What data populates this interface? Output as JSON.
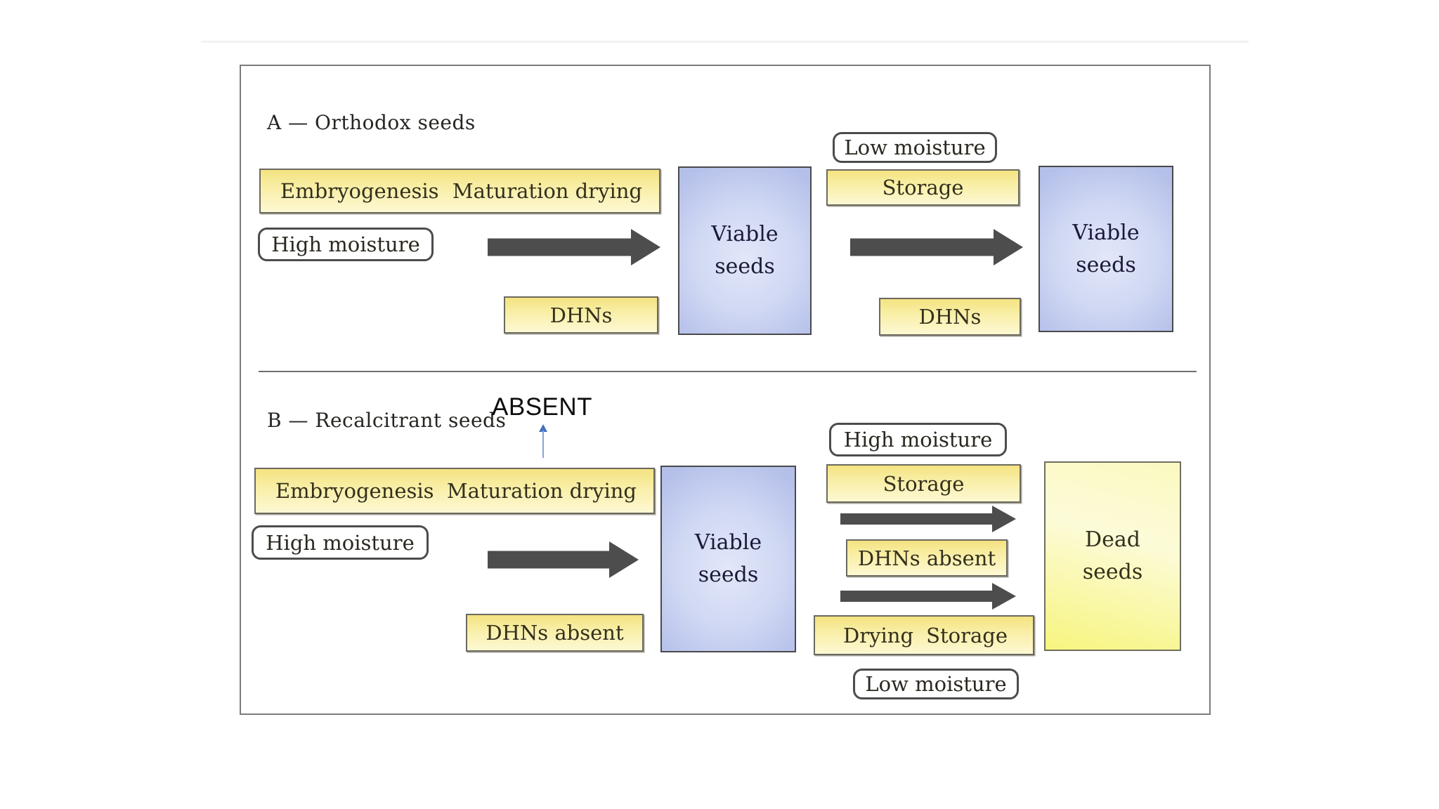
{
  "figure": {
    "panels": {
      "a": {
        "title": "A — Orthodox seeds",
        "phase_box": {
          "left_label": "Embryogenesis",
          "right_label": "Maturation drying"
        },
        "high_moisture_label": "High moisture",
        "viable_seeds_1": {
          "line1": "Viable",
          "line2": "seeds"
        },
        "low_moisture_label": "Low moisture",
        "storage_label": "Storage",
        "dhns_label_1": "DHNs",
        "dhns_label_2": "DHNs",
        "viable_seeds_2": {
          "line1": "Viable",
          "line2": "seeds"
        }
      },
      "b": {
        "title": "B — Recalcitrant seeds",
        "absent_annotation": "ABSENT",
        "phase_box": {
          "left_label": "Embryogenesis",
          "right_label": "Maturation drying"
        },
        "high_moisture_label_left": "High moisture",
        "dhns_absent_label_1": "DHNs absent",
        "viable_seeds": {
          "line1": "Viable",
          "line2": "seeds"
        },
        "high_moisture_label_right": "High moisture",
        "storage_label": "Storage",
        "dhns_absent_label_2": "DHNs absent",
        "drying_storage_box": {
          "left_label": "Drying",
          "right_label": "Storage"
        },
        "low_moisture_label": "Low moisture",
        "dead_seeds": {
          "line1": "Dead",
          "line2": "seeds"
        }
      }
    },
    "colors": {
      "yellow_box_top": "#f4e381",
      "yellow_box_bottom": "#fdf8d3",
      "blue_box_edge": "#b5c0ea",
      "blue_box_center": "#e2e7f9",
      "dead_box_pale": "#fbf9c0",
      "dead_box_vivid": "#f7f57e",
      "arrow_gray": "#4d4d4d",
      "annotation_arrow_blue": "#4472c4",
      "box_border": "#6b695e",
      "text_dark": "#2b2820"
    }
  }
}
